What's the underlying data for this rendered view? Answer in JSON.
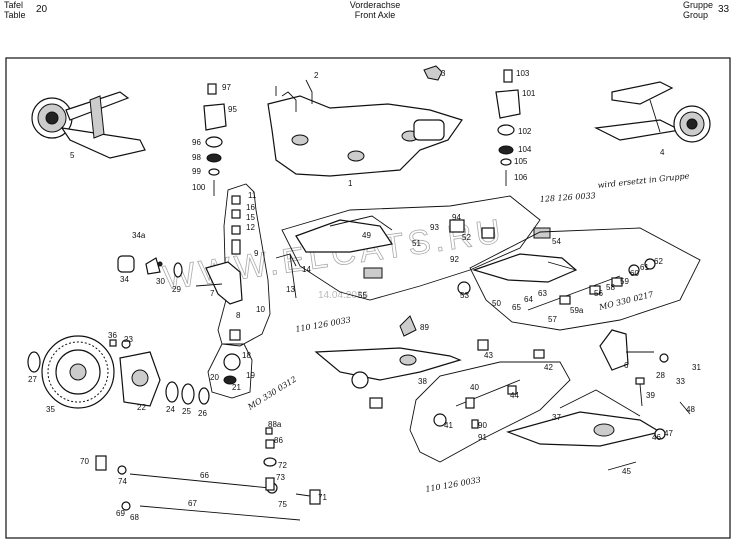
{
  "header": {
    "left_label_1": "Tafel",
    "left_label_2": "Table",
    "left_number": "20",
    "title_de": "Vorderachse",
    "title_en": "Front Axle",
    "right_label_1": "Gruppe",
    "right_label_2": "Group",
    "right_number": "33"
  },
  "watermark": {
    "text": "WWW.ELCATS.RU",
    "date": "14.04.2026"
  },
  "annotations": {
    "replaced_by": "wird ersetzt in\nGruppe",
    "ref_1": "128 126 0033",
    "ref_2": "110 126 0033",
    "ref_3": "MO 330 0217",
    "ref_4": "MO 330 0312",
    "ref_5": "110 126 0033"
  },
  "part_numbers": [
    "1",
    "2",
    "3",
    "4",
    "5",
    "6",
    "7",
    "8",
    "9",
    "10",
    "11",
    "12",
    "13",
    "14",
    "15",
    "16",
    "18",
    "19",
    "20",
    "21",
    "22",
    "23",
    "24",
    "25",
    "26",
    "27",
    "28",
    "29",
    "30",
    "31",
    "33",
    "34",
    "34a",
    "35",
    "36",
    "37",
    "38",
    "39",
    "40",
    "41",
    "42",
    "43",
    "44",
    "45",
    "46",
    "47",
    "48",
    "49",
    "50",
    "51",
    "52",
    "53",
    "54",
    "55",
    "56",
    "57",
    "58",
    "59",
    "59a",
    "60",
    "61",
    "62",
    "63",
    "64",
    "65",
    "66",
    "67",
    "68",
    "69",
    "70",
    "71",
    "72",
    "73",
    "74",
    "75",
    "86",
    "88a",
    "89",
    "90",
    "91",
    "92",
    "93",
    "94",
    "95",
    "96",
    "97",
    "98",
    "99",
    "100",
    "101",
    "102",
    "103",
    "104",
    "105",
    "106"
  ]
}
